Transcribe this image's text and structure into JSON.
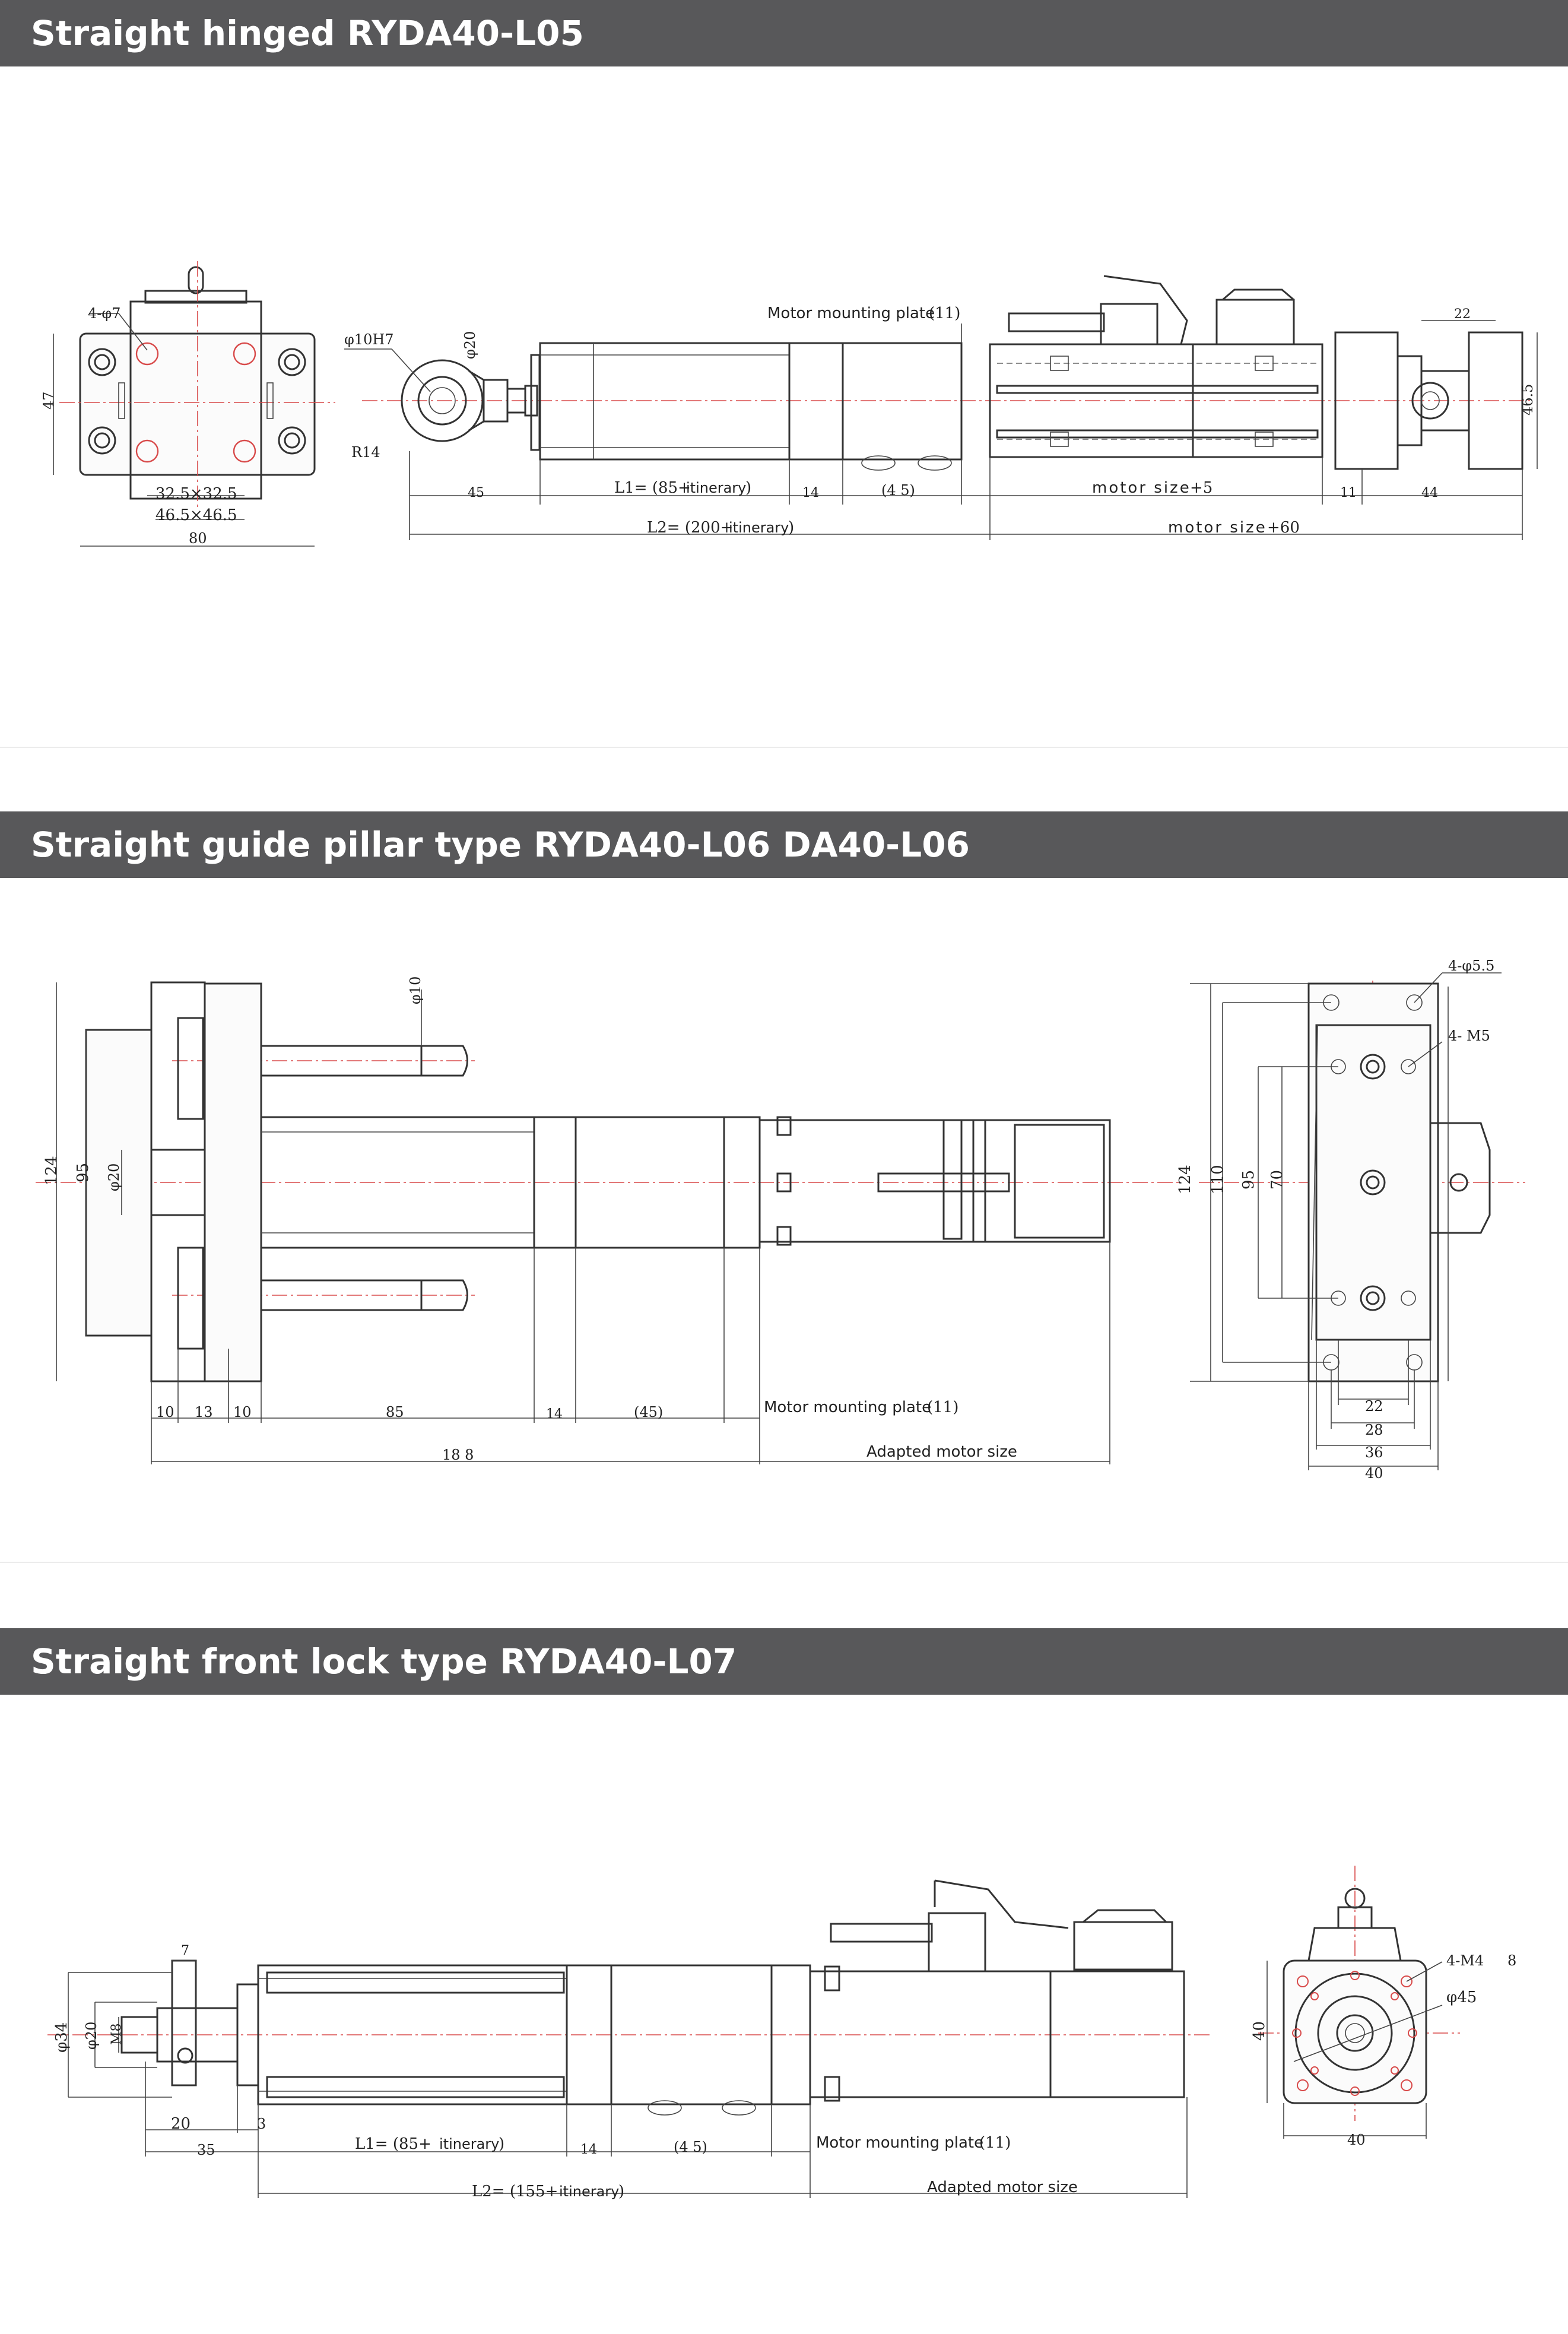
{
  "sections": [
    {
      "title": "Straight hinged RYDA40-L05",
      "labels": {
        "holes": "4-φ7",
        "height_47": "47",
        "sq_inner": "32.5×32.5",
        "sq_outer": "46.5×46.5",
        "width_80": "80",
        "rod_end": "φ10H7",
        "radius": "R14",
        "rod_dia": "φ20",
        "motor_plate": "Motor mounting plate",
        "motor_plate_val": "(11)",
        "d45": "45",
        "l1_prefix": "L1= (85+",
        "l1_word": "itinerary",
        "l1_suffix": ")",
        "d14": "14",
        "d4_5": "(4 5)",
        "motor_size": "motor size",
        "motor_size_val": "+5",
        "d11": "11",
        "d44": "44",
        "d22": "22",
        "d46_5": "46.5",
        "l2_prefix": "L2= (200+",
        "l2_word": "itinerary",
        "l2_suffix": ")",
        "motor_size2_val": "+60"
      }
    },
    {
      "title": "Straight guide pillar type RYDA40-L06 ",
      "title_suffix": "DA40-L06",
      "labels": {
        "phi10": "φ10",
        "h124": "124",
        "h95": "95",
        "phi20": "φ20",
        "d10a": "10",
        "d13": "13",
        "d10b": "10",
        "d85": "85",
        "d14": "14",
        "d45": "(45)",
        "motor_plate": "Motor mounting plate",
        "motor_plate_val": "(11)",
        "d188": "18 8",
        "adapted": "Adapted motor size",
        "holes55": "4-φ5.5",
        "m5": "4- M5",
        "r124": "124",
        "r110": "110",
        "r95": "95",
        "r70": "70",
        "r22": "22",
        "r28": "28",
        "r36": "36",
        "r40": "40"
      }
    },
    {
      "title": "Straight front lock type RYDA40-L07",
      "labels": {
        "d7": "7",
        "phi34": "φ34",
        "phi20": "φ20",
        "m8": "M8",
        "d20": "20",
        "d3": "3",
        "d35": "35",
        "l1_prefix": "L1= (85+",
        "l1_word": "itinerary",
        "l1_suffix": ")",
        "d14": "14",
        "d4_5": "(4 5)",
        "motor_plate": "Motor mounting plate",
        "motor_plate_val": "(11)",
        "l2_prefix": "L2= (155+",
        "l2_word": "itinerary",
        "l2_suffix": ")",
        "adapted": "Adapted motor size",
        "m4": "4-M4",
        "d8": "8",
        "phi45": "φ45",
        "h40": "40",
        "w40": "40"
      }
    }
  ]
}
